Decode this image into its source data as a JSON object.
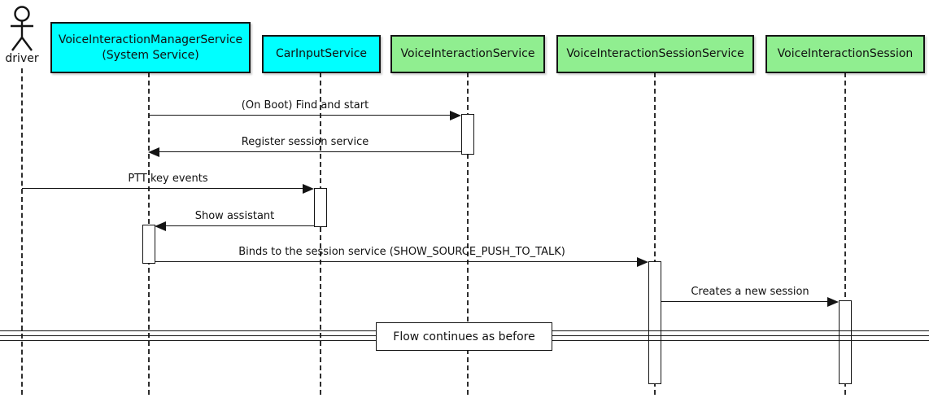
{
  "actor": {
    "label": "driver"
  },
  "participants": [
    {
      "id": "voice-interaction-manager-service",
      "label": "VoiceInteractionManagerService\n(System Service)",
      "fill": "#00FFFF"
    },
    {
      "id": "car-input-service",
      "label": "CarInputService",
      "fill": "#00FFFF"
    },
    {
      "id": "voice-interaction-service",
      "label": "VoiceInteractionService",
      "fill": "#90EE90"
    },
    {
      "id": "voice-interaction-session-service",
      "label": "VoiceInteractionSessionService",
      "fill": "#90EE90"
    },
    {
      "id": "voice-interaction-session",
      "label": "VoiceInteractionSession",
      "fill": "#90EE90"
    }
  ],
  "messages": [
    {
      "label": "(On Boot) Find and start",
      "from": "VoiceInteractionManagerService",
      "to": "VoiceInteractionService",
      "direction": "right"
    },
    {
      "label": "Register session service",
      "from": "VoiceInteractionService",
      "to": "VoiceInteractionManagerService",
      "direction": "left"
    },
    {
      "label": "PTT key events",
      "from": "driver",
      "to": "CarInputService",
      "direction": "right"
    },
    {
      "label": "Show assistant",
      "from": "CarInputService",
      "to": "VoiceInteractionManagerService",
      "direction": "left"
    },
    {
      "label": "Binds to the session service (SHOW_SOURCE_PUSH_TO_TALK)",
      "from": "VoiceInteractionManagerService",
      "to": "VoiceInteractionSessionService",
      "direction": "right"
    },
    {
      "label": "Creates a new session",
      "from": "VoiceInteractionSessionService",
      "to": "VoiceInteractionSession",
      "direction": "right"
    }
  ],
  "divider": {
    "label": "Flow continues as before"
  },
  "colors": {
    "cyan": "#00FFFF",
    "green": "#90EE90",
    "line": "#141414",
    "background": "#FFFFFF"
  }
}
